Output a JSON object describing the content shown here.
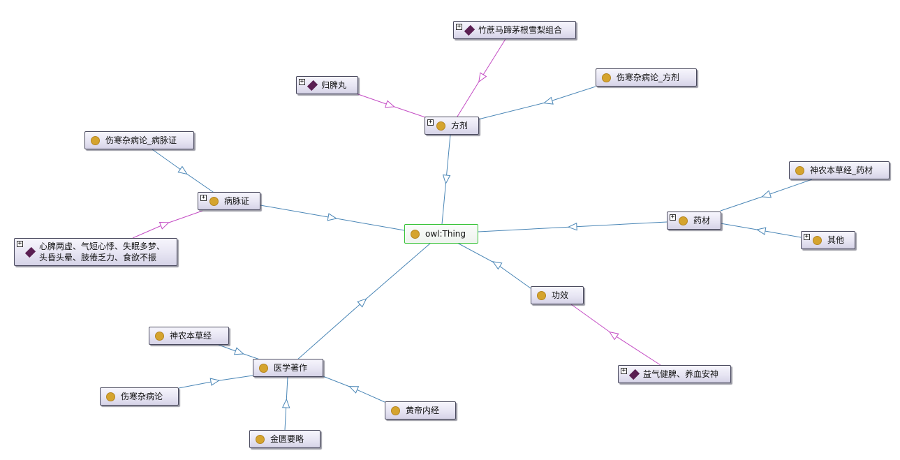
{
  "nodes": {
    "thing": {
      "label": "owl:Thing"
    },
    "fangji": {
      "label": "方剂"
    },
    "zhuzhe": {
      "label": "竹蔗马蹄茅根雪梨组合"
    },
    "guipi": {
      "label": "归脾丸"
    },
    "shanghan_fj": {
      "label": "伤寒杂病论_方剂"
    },
    "bingmai": {
      "label": "病脉证"
    },
    "shanghan_bm": {
      "label": "伤寒杂病论_病脉证"
    },
    "xinpi": {
      "label_line1": "心脾两虚、气短心悸、失眠多梦、",
      "label_line2": "头昏头晕、肢倦乏力、食欲不振"
    },
    "yaocai": {
      "label": "药材"
    },
    "shennong_yc": {
      "label": "神农本草经_药材"
    },
    "qita": {
      "label": "其他"
    },
    "gongxiao": {
      "label": "功效"
    },
    "yiqi": {
      "label": "益气健脾、养血安神"
    },
    "yixue": {
      "label": "医学著作"
    },
    "shennong": {
      "label": "神农本草经"
    },
    "shanghan": {
      "label": "伤寒杂病论"
    },
    "jinkui": {
      "label": "金匮要略"
    },
    "huangdi": {
      "label": "黄帝内经"
    }
  },
  "colors": {
    "subclass_edge": "#4a86b6",
    "instance_edge": "#c44cc4",
    "class_icon": "#d5a42e",
    "individual_icon": "#5a1f52",
    "root_border": "#36c236"
  },
  "icons": {
    "class": "class-circle-icon",
    "individual": "individual-diamond-icon",
    "expand": "expand-plus-icon"
  }
}
